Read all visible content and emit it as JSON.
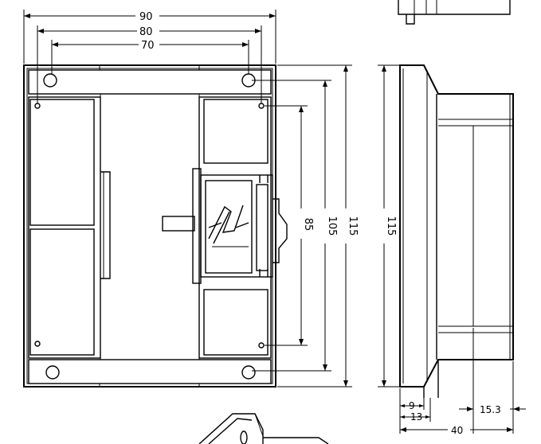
{
  "dimensions": {
    "width_90": "90",
    "width_80": "80",
    "width_70": "70",
    "height_85": "85",
    "height_105": "105",
    "height_115_front": "115",
    "height_115_side": "115",
    "depth_9": "9",
    "depth_13": "13",
    "depth_15_3": "15.3",
    "depth_40": "40"
  },
  "colors": {
    "line": "#000000",
    "background": "#ffffff"
  }
}
